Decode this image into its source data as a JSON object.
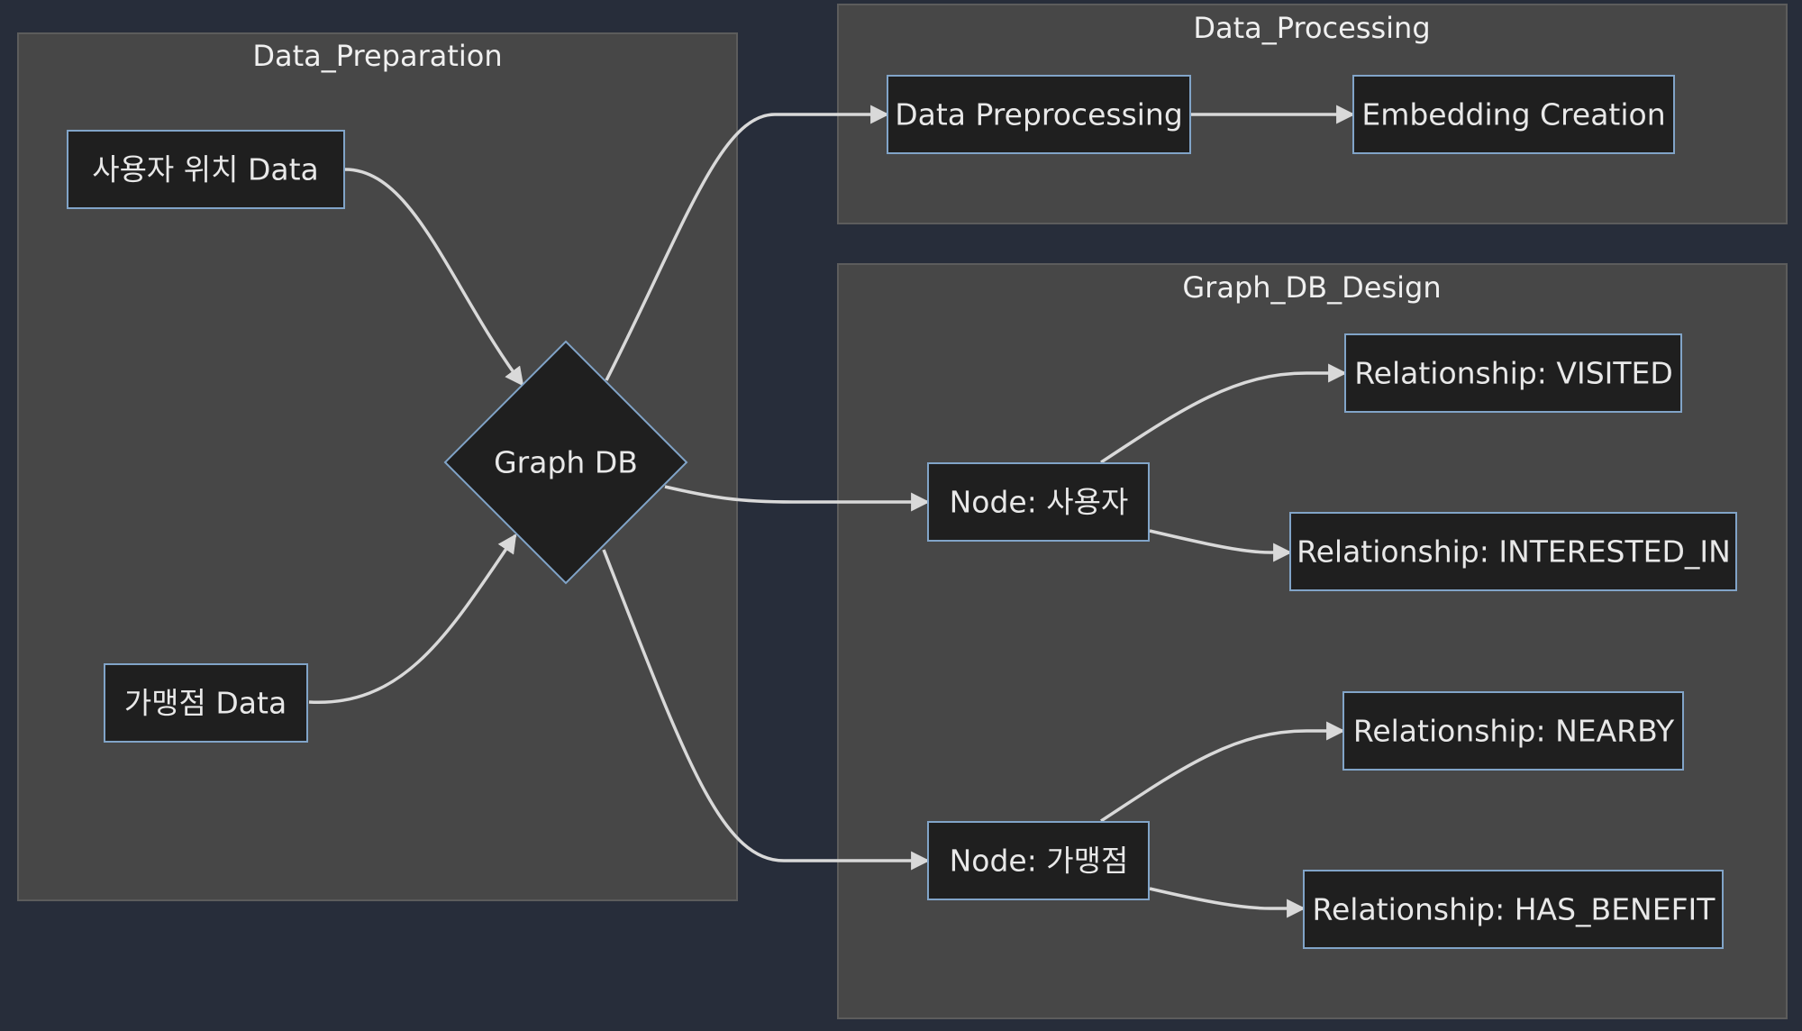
{
  "colors": {
    "background": "#272d3a",
    "cluster_fill": "#474747",
    "node_fill": "#1f1f1f",
    "node_border": "#81a4c8",
    "edge": "#d9d9d9",
    "text": "#e8e8e8"
  },
  "clusters": {
    "data_preparation": "Data_Preparation",
    "data_processing": "Data_Processing",
    "graph_db_design": "Graph_DB_Design"
  },
  "nodes": {
    "user_location_data": "사용자 위치 Data",
    "merchant_data": "가맹점 Data",
    "graph_db": "Graph DB",
    "data_preprocessing": "Data Preprocessing",
    "embedding_creation": "Embedding Creation",
    "node_user": "Node: 사용자",
    "node_merchant": "Node: 가맹점",
    "rel_visited": "Relationship: VISITED",
    "rel_interested_in": "Relationship: INTERESTED_IN",
    "rel_nearby": "Relationship: NEARBY",
    "rel_has_benefit": "Relationship: HAS_BENEFIT"
  },
  "edges": [
    {
      "from": "사용자 위치 Data",
      "to": "Graph DB"
    },
    {
      "from": "가맹점 Data",
      "to": "Graph DB"
    },
    {
      "from": "Graph DB",
      "to": "Data Preprocessing"
    },
    {
      "from": "Graph DB",
      "to": "Node: 사용자"
    },
    {
      "from": "Graph DB",
      "to": "Node: 가맹점"
    },
    {
      "from": "Data Preprocessing",
      "to": "Embedding Creation"
    },
    {
      "from": "Node: 사용자",
      "to": "Relationship: VISITED"
    },
    {
      "from": "Node: 사용자",
      "to": "Relationship: INTERESTED_IN"
    },
    {
      "from": "Node: 가맹점",
      "to": "Relationship: NEARBY"
    },
    {
      "from": "Node: 가맹점",
      "to": "Relationship: HAS_BENEFIT"
    }
  ]
}
